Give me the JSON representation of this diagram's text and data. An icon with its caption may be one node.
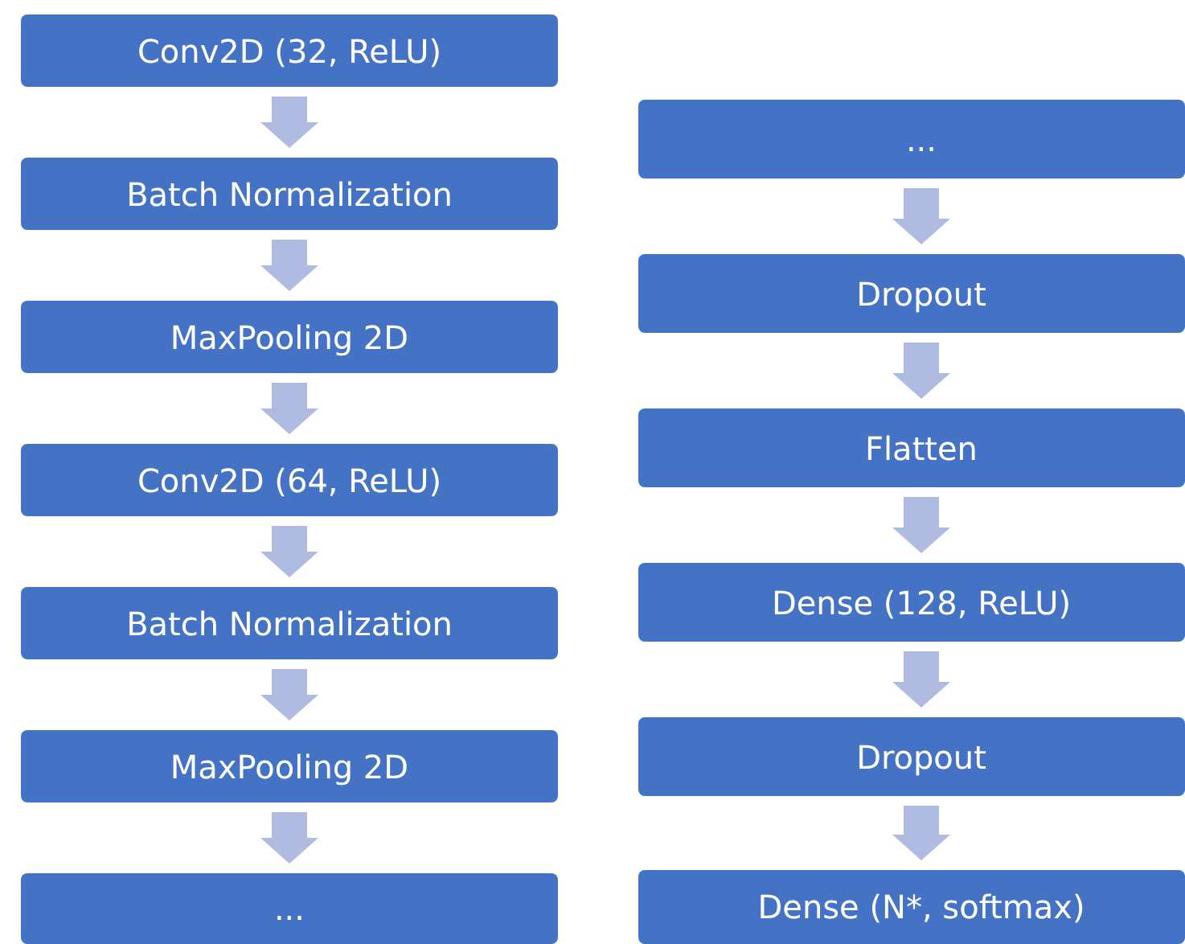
{
  "diagram": {
    "nodes": [
      {
        "text": [
          "Conv2D (32, ReLU)"
        ]
      },
      {
        "text": [
          "Batch Normalization"
        ]
      },
      {
        "text": [
          "MaxPooling 2D"
        ]
      },
      {
        "text": [
          "Conv2D (64, ReLU)"
        ]
      },
      {
        "text": [
          "Batch Normalization"
        ]
      },
      {
        "text": [
          "MaxPooling 2D"
        ]
      },
      {
        "text": [
          "..."
        ]
      },
      {
        "text": [
          "..."
        ]
      },
      {
        "text": [
          "Dropout"
        ]
      },
      {
        "text": [
          "Flatten"
        ]
      },
      {
        "text": [
          "Dense (128, ReLU)"
        ]
      },
      {
        "text": [
          "Dropout"
        ]
      },
      {
        "text": [
          "Dense (N*, softmax)"
        ]
      }
    ],
    "edges": [
      {
        "from": 0,
        "to": 1,
        "arrow": "to"
      },
      {
        "from": 1,
        "to": 2,
        "arrow": "to"
      },
      {
        "from": 2,
        "to": 3,
        "arrow": "to"
      },
      {
        "from": 3,
        "to": 4,
        "arrow": "to"
      },
      {
        "from": 4,
        "to": 5,
        "arrow": "to"
      },
      {
        "from": 5,
        "to": 6,
        "arrow": "to"
      },
      {
        "from": 7,
        "to": 8,
        "arrow": "to"
      },
      {
        "from": 8,
        "to": 9,
        "arrow": "to"
      },
      {
        "from": 9,
        "to": 10,
        "arrow": "to"
      },
      {
        "from": 10,
        "to": 11,
        "arrow": "to"
      },
      {
        "from": 11,
        "to": 12,
        "arrow": "to"
      }
    ]
  }
}
